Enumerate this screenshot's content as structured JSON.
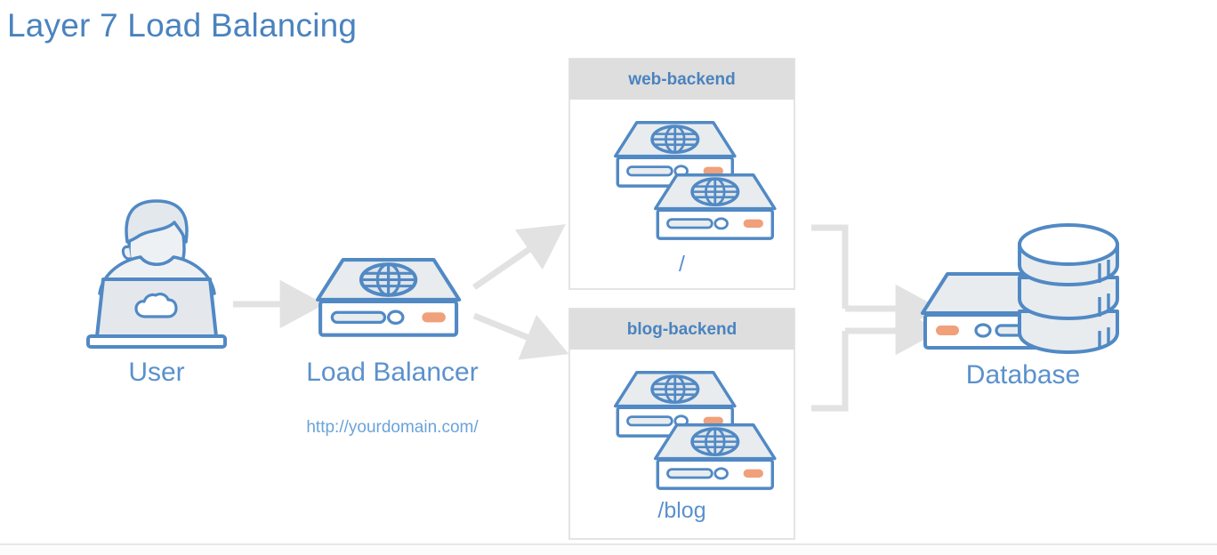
{
  "title": "Layer 7 Load Balancing",
  "colors": {
    "title_blue": "#4a83be",
    "label_blue": "#5b91cc",
    "url_blue": "#6ba3da",
    "stroke_blue": "#5189c4",
    "fill_gray": "#e8ecef",
    "accent_orange": "#f0a07a",
    "arrow_gray": "#e2e2e2",
    "group_header_gray": "#dedede",
    "group_border_gray": "#e4e4e4"
  },
  "nodes": {
    "user": {
      "label": "User",
      "icon": "user-at-laptop-icon"
    },
    "load_balancer": {
      "label": "Load Balancer",
      "url": "http://yourdomain.com/",
      "icon": "server-globe-icon"
    },
    "database": {
      "label": "Database",
      "icon": "database-server-icon"
    }
  },
  "groups": [
    {
      "name": "web-backend",
      "path_label": "/",
      "server_count": 2,
      "icon": "server-globe-icon"
    },
    {
      "name": "blog-backend",
      "path_label": "/blog",
      "server_count": 2,
      "icon": "server-globe-icon"
    }
  ],
  "connections": [
    {
      "from": "user",
      "to": "load_balancer",
      "style": "straight-arrow"
    },
    {
      "from": "load_balancer",
      "to": "web-backend",
      "style": "diagonal-arrow-up"
    },
    {
      "from": "load_balancer",
      "to": "blog-backend",
      "style": "diagonal-arrow-down"
    },
    {
      "from": "web-backend",
      "to": "database",
      "style": "elbow-arrow"
    },
    {
      "from": "blog-backend",
      "to": "database",
      "style": "elbow-arrow"
    }
  ]
}
